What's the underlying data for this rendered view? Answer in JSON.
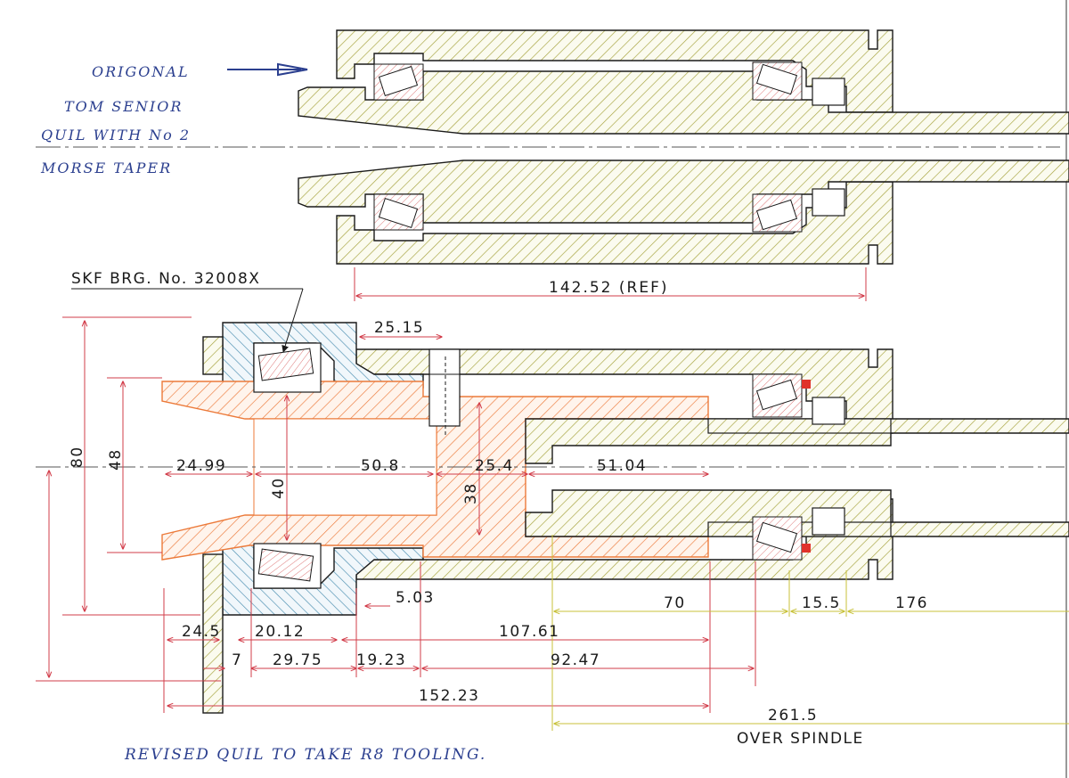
{
  "handwritten": {
    "top_note": [
      "ORIGONAL",
      "TOM SENIOR",
      "QUIL WITH No 2",
      "MORSE TAPER"
    ],
    "bottom_note": "REVISED QUIL TO TAKE  R8 TOOLING."
  },
  "labels": {
    "bearing": "SKF BRG. No. 32008X",
    "ref_length": "142.52 (REF)",
    "over_spindle": "OVER SPINDLE"
  },
  "dimensions": {
    "d_80": "80",
    "d_48": "48",
    "d_40": "40",
    "d_38": "38",
    "d_25_15": "25.15",
    "d_24_99": "24.99",
    "d_50_8": "50.8",
    "d_25_4": "25.4",
    "d_51_04": "51.04",
    "d_5_03": "5.03",
    "d_70": "70",
    "d_15_5": "15.5",
    "d_176": "176",
    "d_24_5": "24.5",
    "d_20_12": "20.12",
    "d_107_61": "107.61",
    "d_7": "7",
    "d_29_75": "29.75",
    "d_19_23": "19.23",
    "d_92_47": "92.47",
    "d_152_23": "152.23",
    "d_261_5": "261.5"
  },
  "colors": {
    "outline": "#1a1a1a",
    "hatch_olive": "#a4a13a",
    "hatch_orange": "#ec7a3a",
    "hatch_blue": "#4a8eb0",
    "dim_red": "#d23d4a",
    "dim_yellow": "#c8c23a",
    "ink_blue": "#2b3f8f",
    "seal_red": "#e0322a"
  }
}
